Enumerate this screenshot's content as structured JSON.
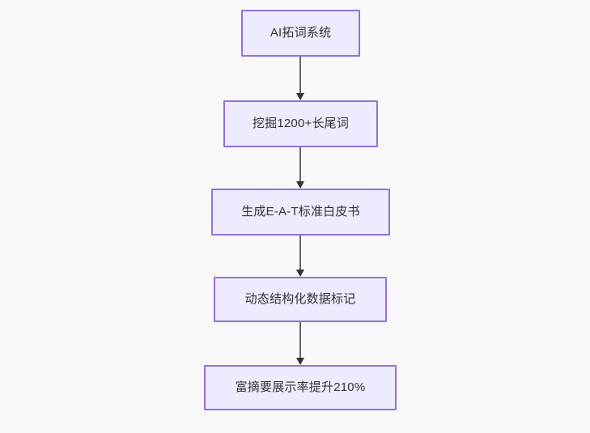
{
  "diagram": {
    "title": "AI SEO content pipeline flowchart",
    "orientation": "top-to-bottom",
    "background_color": "#f8f8f8",
    "node_fill_color": "#ececfe",
    "node_border_color": "#9370db",
    "node_text_color": "#333333",
    "edge_line_color": "#666666",
    "edge_arrow_color": "#333333",
    "nodes": [
      {
        "id": "n1",
        "label": "AI拓词系统"
      },
      {
        "id": "n2",
        "label": "挖掘1200+长尾词"
      },
      {
        "id": "n3",
        "label": "生成E-A-T标准白皮书"
      },
      {
        "id": "n4",
        "label": "动态结构化数据标记"
      },
      {
        "id": "n5",
        "label": "富摘要展示率提升210%"
      }
    ],
    "edges": [
      {
        "id": "e1",
        "from": "n1",
        "to": "n2",
        "label": ""
      },
      {
        "id": "e2",
        "from": "n2",
        "to": "n3",
        "label": ""
      },
      {
        "id": "e3",
        "from": "n3",
        "to": "n4",
        "label": ""
      },
      {
        "id": "e4",
        "from": "n4",
        "to": "n5",
        "label": ""
      }
    ]
  }
}
